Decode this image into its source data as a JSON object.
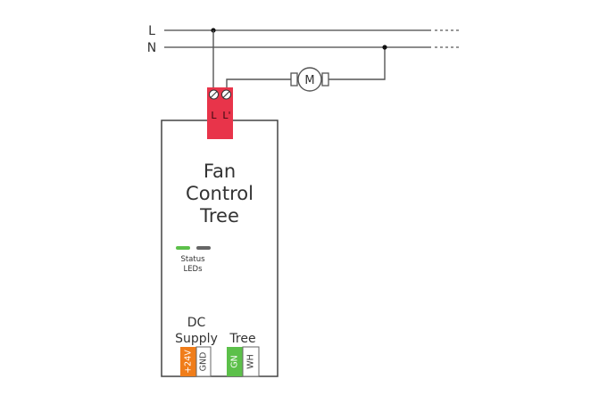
{
  "mains": {
    "line_label": "L",
    "neutral_label": "N"
  },
  "motor": {
    "label": "M"
  },
  "relay_terminal": {
    "left_label": "L",
    "right_label": "L'"
  },
  "device": {
    "title_line1": "Fan",
    "title_line2": "Control",
    "title_line3": "Tree",
    "status_label_line1": "Status",
    "status_label_line2": "LEDs",
    "dc_supply_label_line1": "DC",
    "dc_supply_label_line2": "Supply",
    "tree_label": "Tree",
    "terminals": [
      {
        "label": "+24V",
        "color": "#f07d1a"
      },
      {
        "label": "GND",
        "color": "#ffffff"
      },
      {
        "label": "GN",
        "color": "#5cc04a"
      },
      {
        "label": "WH",
        "color": "#ffffff"
      }
    ]
  },
  "colors": {
    "wire": "#555555",
    "relay_red": "#e8344a",
    "led_green": "#5cc04a",
    "led_gray": "#666666",
    "orange": "#f07d1a",
    "green": "#5cc04a"
  }
}
